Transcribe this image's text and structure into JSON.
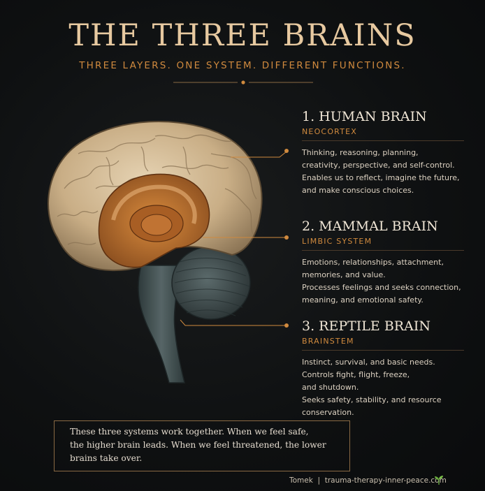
{
  "header": {
    "title": "THE THREE BRAINS",
    "subtitle": "THREE LAYERS. ONE SYSTEM. DIFFERENT FUNCTIONS."
  },
  "sections": [
    {
      "title": "1. HUMAN BRAIN",
      "subtitle": "NEOCORTEX",
      "lines": [
        "Thinking, reasoning, planning,",
        "creativity, perspective, and self-control.",
        "Enables us to reflect, imagine the future,",
        "and make conscious choices."
      ]
    },
    {
      "title": "2. MAMMAL BRAIN",
      "subtitle": "LIMBIC SYSTEM",
      "lines": [
        "Emotions, relationships, attachment,",
        "memories, and value.",
        "Processes feelings and seeks connection,",
        "meaning, and emotional safety."
      ]
    },
    {
      "title": "3. REPTILE BRAIN",
      "subtitle": "BRAINSTEM",
      "lines": [
        "Instinct, survival, and basic needs.",
        "Controls fight, flight, freeze,",
        "and shutdown.",
        "Seeks safety, stability, and resource",
        "conservation."
      ]
    }
  ],
  "summary": {
    "lines": [
      "These three systems work together. When we feel safe,",
      "the higher brain leads. When we feel threatened, the lower",
      "brains take over."
    ]
  },
  "footer": {
    "credit": "Tomek  |  trauma-therapy-inner-peace.com"
  },
  "colors": {
    "accent": "#d08a3e",
    "title": "#e7c9a0",
    "background": "#0d0f10"
  },
  "icons": {
    "footer": "sprout-icon"
  }
}
